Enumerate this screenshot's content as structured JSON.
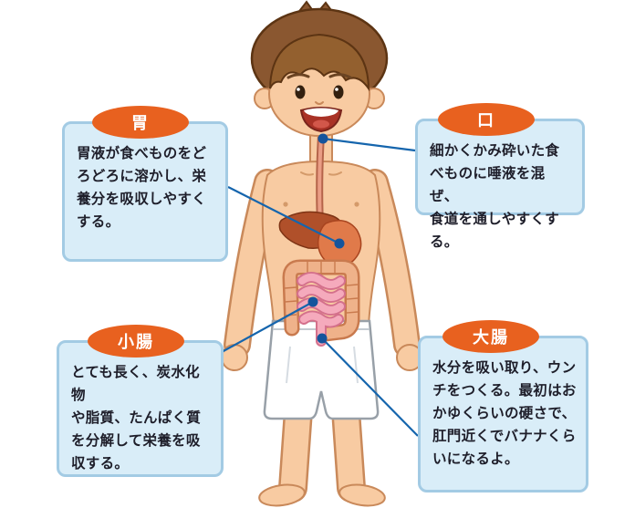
{
  "diagram": {
    "subject": "人のからだ・消化のしくみ",
    "colors": {
      "tab_orange": "#e8611f",
      "box_bg": "#d9edf8",
      "box_border": "#a3cbe4",
      "connector_blue": "#1565ad",
      "text": "#1e1e2a"
    },
    "callouts": [
      {
        "id": "stomach",
        "label": "胃",
        "text": "胃液が食べものをど\nろどろに溶かし、栄\n養分を吸収しやすく\nする。"
      },
      {
        "id": "mouth",
        "label": "口",
        "text": "細かくかみ砕いた食\nべものに唾液を混ぜ、\n食道を通しやすくする。"
      },
      {
        "id": "small-intestine",
        "label": "小腸",
        "text": "とても長く、炭水化物\nや脂質、たんぱく質\nを分解して栄養を吸\n収する。"
      },
      {
        "id": "large-intestine",
        "label": "大腸",
        "text": "水分を吸い取り、ウン\nチをつくる。最初はお\nかゆくらいの硬さで、\n肛門近くでバナナくら\nいになるよ。"
      }
    ]
  }
}
